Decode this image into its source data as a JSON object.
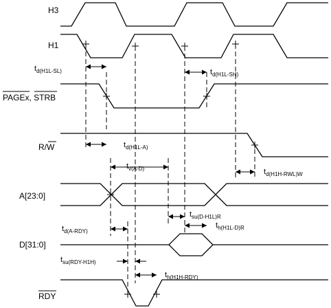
{
  "diagram": {
    "signals": {
      "h3": "H3",
      "h1": "H1",
      "page_strb": "PAGEx, STRB",
      "rw_r": "R/",
      "rw_w": "W",
      "addr": "A[23:0]",
      "data": "D[31:0]",
      "rdy": "RDY"
    },
    "params": {
      "h1l_sl": {
        "main": "t",
        "sub": "d(H1L-SL)"
      },
      "h1l_sh": {
        "main": "t",
        "sub": "d(H1L-SH)"
      },
      "h1l_a": {
        "main": "t",
        "sub": "d(H1L-A)"
      },
      "v_ad": {
        "main": "t",
        "sub": "v(A-D)"
      },
      "h1h_rwlw": {
        "main": "t",
        "sub": "d(H1H-RWL)W"
      },
      "su_dh1l": {
        "main": "t",
        "sub": "su(D-H1L)R"
      },
      "h_h1ld": {
        "main": "t",
        "sub": "h(H1L-D)R"
      },
      "a_rdy": {
        "main": "t",
        "sub": "d(A-RDY)"
      },
      "su_rdy": {
        "main": "t",
        "sub": "su(RDY-H1H)"
      },
      "h_h1hrdy": {
        "main": "t",
        "sub": "h(H1H-RDY)"
      }
    }
  }
}
